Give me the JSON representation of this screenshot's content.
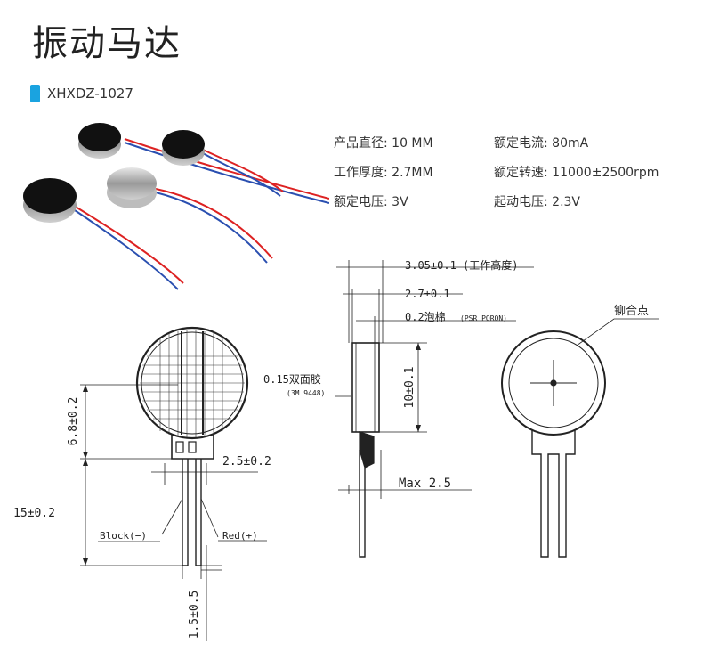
{
  "page": {
    "title": "振动马达",
    "model": "XHXDZ-1027",
    "accent_color": "#1aa3e0"
  },
  "specs": [
    {
      "label": "产品直径:",
      "value": "10 MM"
    },
    {
      "label": "额定电流:",
      "value": "80mA"
    },
    {
      "label": "工作厚度:",
      "value": "2.7MM"
    },
    {
      "label": "额定转速:",
      "value": "11000±2500rpm"
    },
    {
      "label": "额定电压:",
      "value": "3V"
    },
    {
      "label": "起动电压:",
      "value": "2.3V"
    }
  ],
  "drawing": {
    "front": {
      "dim_height": "6.8±0.2",
      "dim_total": "15±0.2",
      "dim_pins": "2.5±0.2",
      "dim_lead": "1.5±0.5",
      "label_black": "Block(−)",
      "label_red": "Red(+)"
    },
    "side": {
      "dim_work_height": "3.05±0.1 (工作高度)",
      "dim_thickness": "2.7±0.1",
      "dim_foam": "0.2泡棉",
      "dim_foam_note": "(PSR PORON)",
      "dim_tape": "0.15双面胶",
      "dim_tape_note": "(3M 9448)",
      "dim_diameter": "10±0.1",
      "dim_max": "Max 2.5"
    },
    "back": {
      "label_rivet": "铆合点"
    }
  }
}
